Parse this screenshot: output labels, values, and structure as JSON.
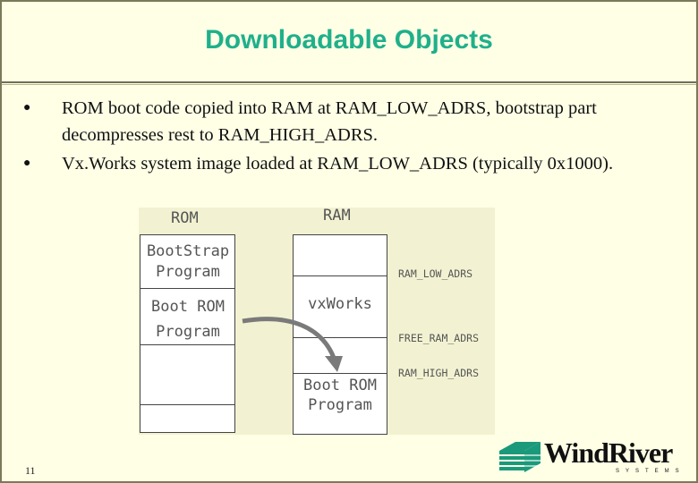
{
  "slide": {
    "title": "Downloadable Objects",
    "page_number": "11",
    "bullets": [
      "ROM boot code copied into RAM at RAM_LOW_ADRS, bootstrap part decompresses rest to RAM_HIGH_ADRS.",
      "Vx.Works system image loaded at RAM_LOW_ADRS (typically 0x1000)."
    ]
  },
  "diagram": {
    "rom_label": "ROM",
    "ram_label": "RAM",
    "rom_cells": {
      "bootstrap_line1": "BootStrap",
      "bootstrap_line2": "Program",
      "bootrom_line1": "Boot ROM",
      "bootrom_line2": "Program"
    },
    "ram_cells": {
      "vxworks": "vxWorks",
      "bootrom_line1": "Boot ROM",
      "bootrom_line2": "Program"
    },
    "addresses": {
      "low": "RAM_LOW_ADRS",
      "free": "FREE_RAM_ADRS",
      "high": "RAM_HIGH_ADRS"
    },
    "colors": {
      "arrow": "#7a7a7a",
      "background": "#f2f2d2"
    }
  },
  "logo": {
    "word": "WindRiver",
    "sub": "SYSTEMS",
    "icon": "wind-river-logo-icon"
  },
  "theme": {
    "title_color": "#1fb08a",
    "background": "#ffffe6"
  }
}
